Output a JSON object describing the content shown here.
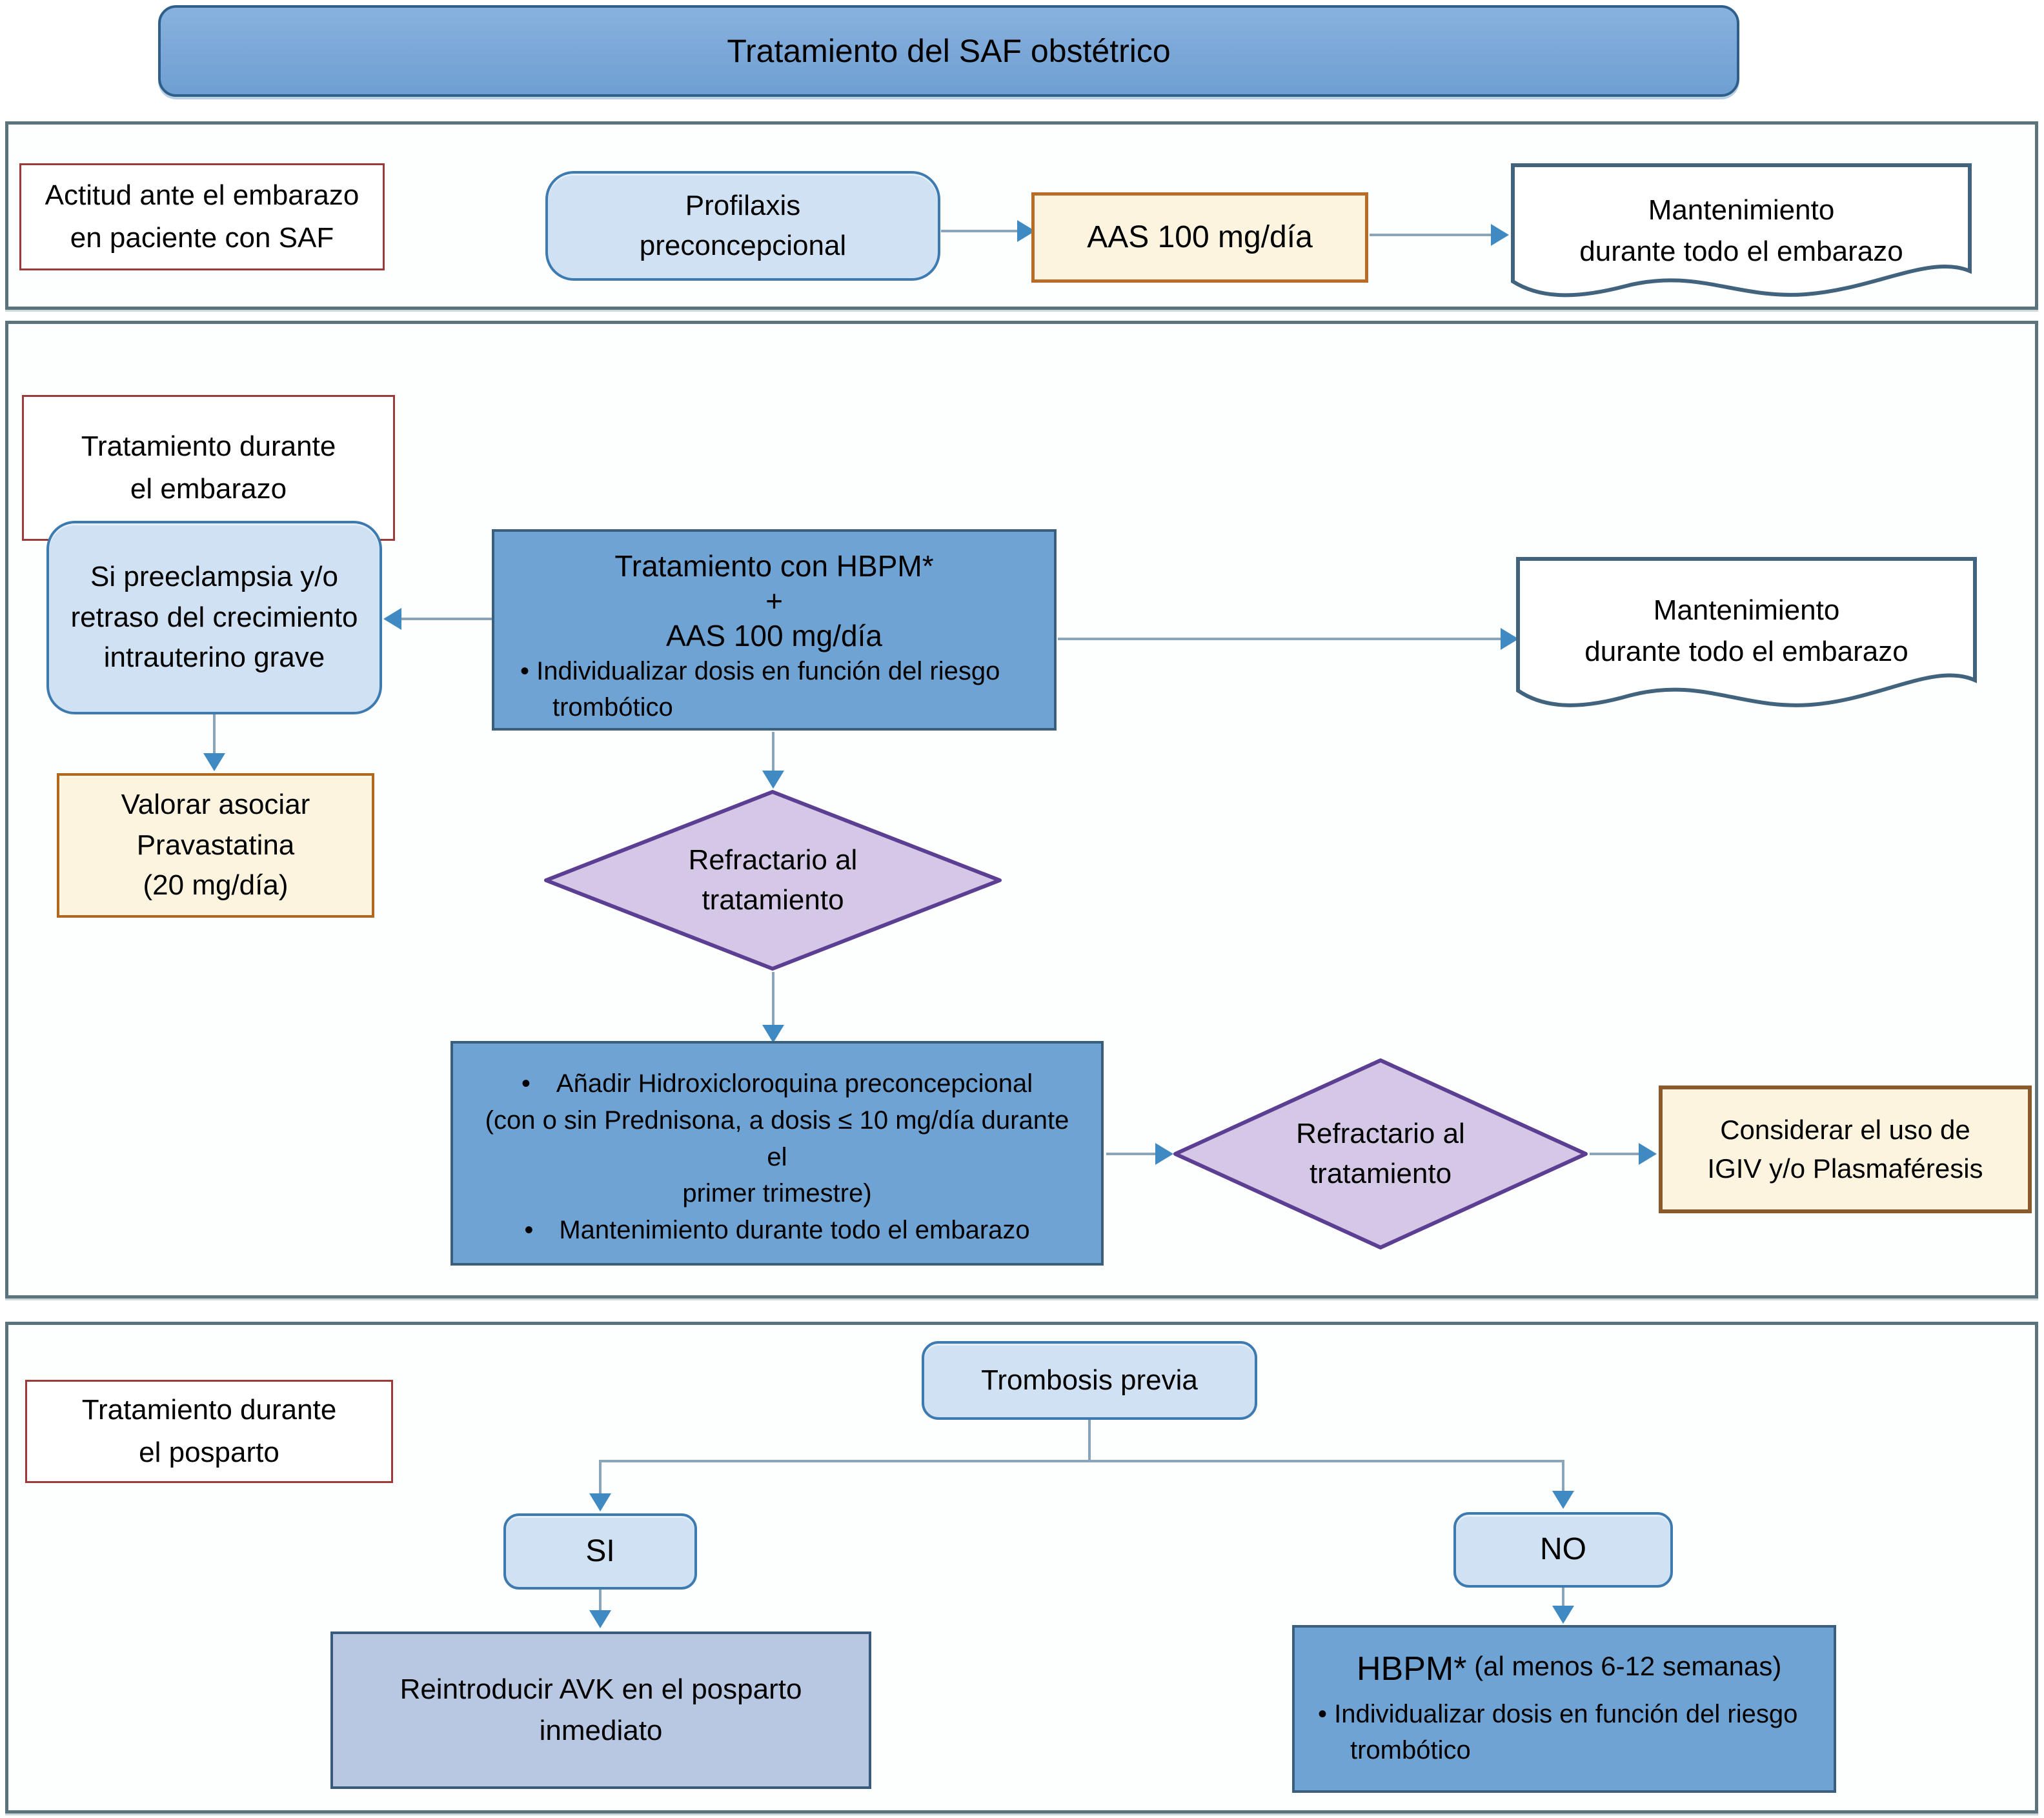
{
  "colors": {
    "title_fill": "#7ba7d7",
    "title_border": "#2e5f8a",
    "section_border": "#5b737d",
    "label_border": "#9c3a3a",
    "light_blue_fill": "#cfe1f2",
    "light_blue_border": "#3d7ab0",
    "cream_fill": "#fcf4de",
    "orange_border": "#b96c28",
    "brown_border": "#8a5a2a",
    "solid_blue_fill": "#6fa3d3",
    "solid_blue_border": "#3a5f7d",
    "periwinkle_fill": "#b8c7e2",
    "diamond_fill": "#d5c8e6",
    "diamond_border": "#5c3e93",
    "arrow_line": "#8aa5ba",
    "arrow_head": "#3f8ac2"
  },
  "title": {
    "text": "Tratamiento del SAF obstétrico"
  },
  "section1": {
    "label_lines": [
      "Actitud ante el embarazo",
      "en paciente con SAF"
    ],
    "profilaxis_lines": [
      "Profilaxis",
      "preconcepcional"
    ],
    "aas": "AAS 100 mg/día",
    "mantenimiento_lines": [
      "Mantenimiento",
      "durante todo el embarazo"
    ]
  },
  "section2": {
    "label_lines": [
      "Tratamiento durante",
      "el embarazo"
    ],
    "main_box": {
      "line1": "Tratamiento con HBPM*",
      "plus": "+",
      "line2": "AAS 100 mg/día",
      "bullet": "• Individualizar dosis en función del riesgo trombótico"
    },
    "preeclampsia_lines": [
      "Si preeclampsia y/o",
      "retraso del crecimiento",
      "intrauterino grave"
    ],
    "pravastatina_lines": [
      "Valorar asociar",
      "Pravastatina",
      "(20 mg/día)"
    ],
    "mantenimiento_lines": [
      "Mantenimiento",
      "durante todo el embarazo"
    ],
    "refractario_lines": [
      "Refractario al",
      "tratamiento"
    ],
    "hcq_box": {
      "bullet1_lines": [
        "• Añadir Hidroxicloroquina preconcepcional",
        "(con o sin Prednisona, a dosis ≤ 10 mg/día durante el",
        "primer trimestre)"
      ],
      "bullet2": "• Mantenimiento durante todo el embarazo"
    },
    "igiv_lines": [
      "Considerar el uso de",
      "IGIV y/o Plasmaféresis"
    ]
  },
  "section3": {
    "label_lines": [
      "Tratamiento durante",
      "el posparto"
    ],
    "trombosis": "Trombosis previa",
    "yes": "SI",
    "no": "NO",
    "avk_lines": [
      "Reintroducir AVK en el posparto",
      "inmediato"
    ],
    "hbpm_box": {
      "title": "HBPM*",
      "title_suffix": " (al menos 6-12 semanas)",
      "bullet": "• Individualizar dosis en función del riesgo trombótico"
    }
  }
}
